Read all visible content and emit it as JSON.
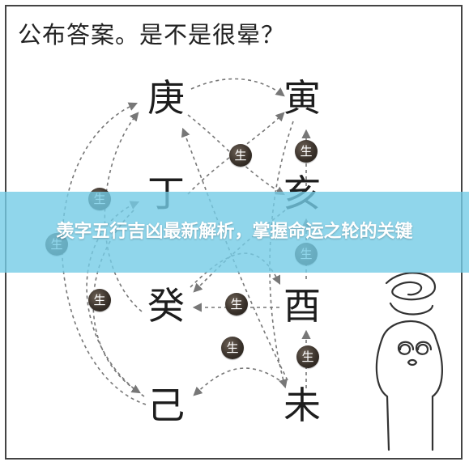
{
  "question": "公布答案。是不是很晕？",
  "characters": {
    "geng": "庚",
    "ding": "丁",
    "gui": "癸",
    "ji": "己",
    "yin": "寅",
    "hai": "亥",
    "you": "酉",
    "wei": "未"
  },
  "badge_label": "生",
  "banner": {
    "title": "羡字五行吉凶最新解析，掌握命运之轮的关键"
  },
  "colors": {
    "banner": "#74cce6",
    "badge": "#3a322b",
    "arrow": "#777777"
  }
}
